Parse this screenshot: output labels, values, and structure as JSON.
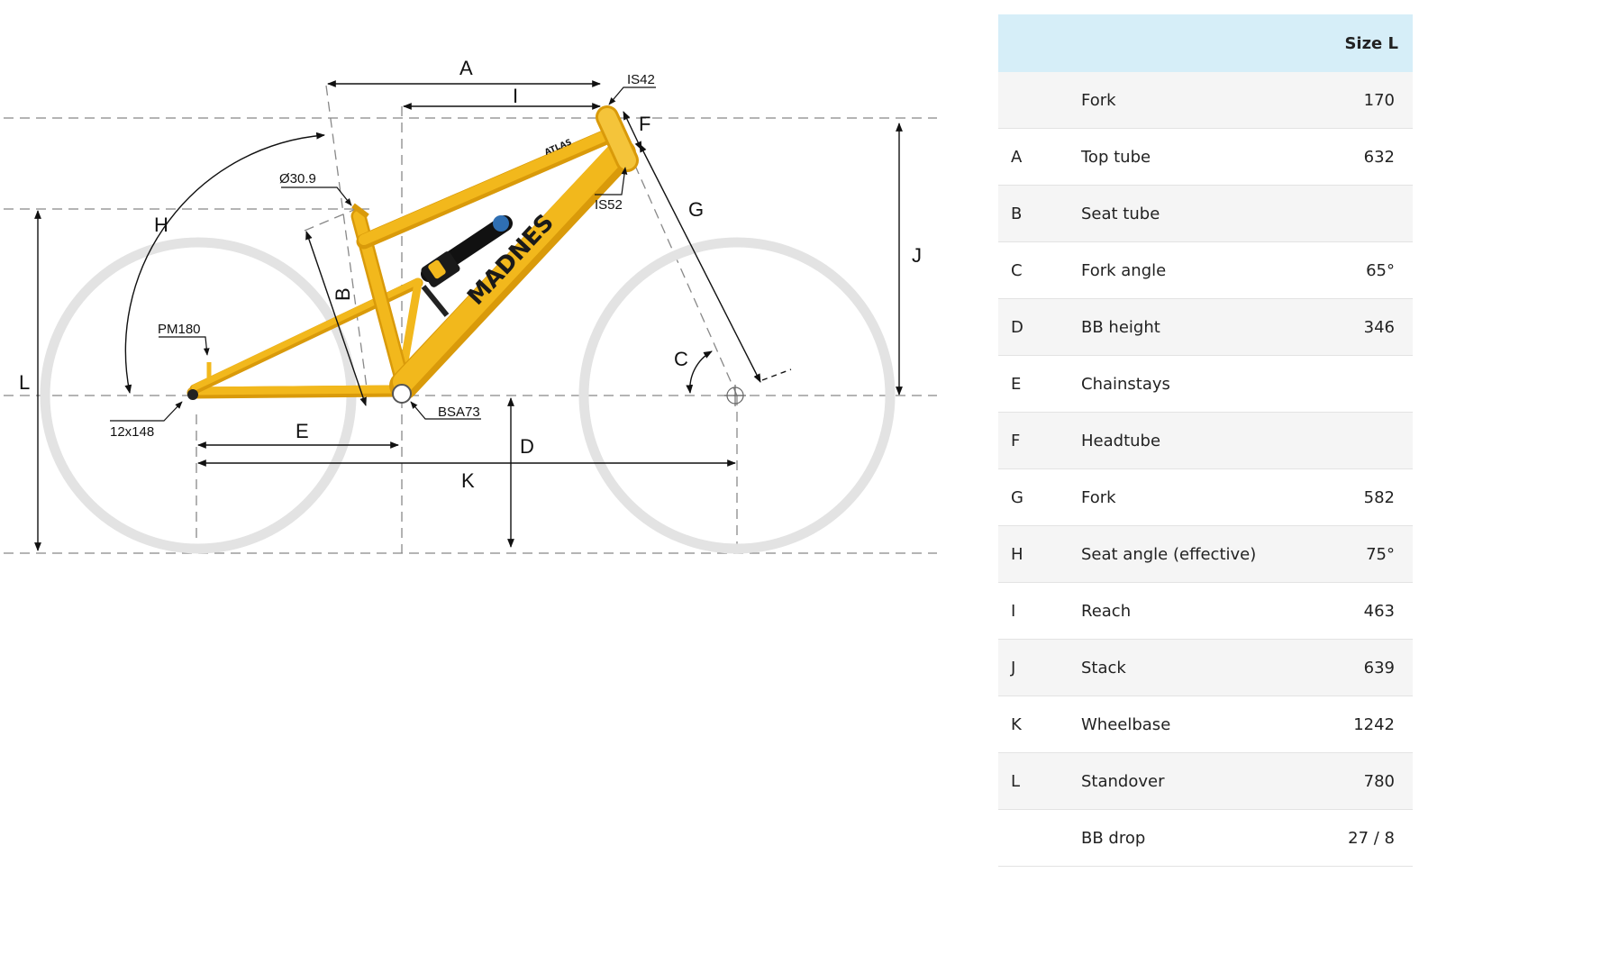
{
  "table": {
    "header": {
      "code": "",
      "name": "",
      "value": "Size L"
    },
    "rows": [
      {
        "code": "",
        "name": "Fork",
        "value": "170"
      },
      {
        "code": "A",
        "name": "Top tube",
        "value": "632"
      },
      {
        "code": "B",
        "name": "Seat tube",
        "value": ""
      },
      {
        "code": "C",
        "name": "Fork angle",
        "value": "65°"
      },
      {
        "code": "D",
        "name": "BB height",
        "value": "346"
      },
      {
        "code": "E",
        "name": "Chainstays",
        "value": ""
      },
      {
        "code": "F",
        "name": "Headtube",
        "value": ""
      },
      {
        "code": "G",
        "name": "Fork",
        "value": "582"
      },
      {
        "code": "H",
        "name": "Seat angle (effective)",
        "value": "75°"
      },
      {
        "code": "I",
        "name": "Reach",
        "value": "463"
      },
      {
        "code": "J",
        "name": "Stack",
        "value": "639"
      },
      {
        "code": "K",
        "name": "Wheelbase",
        "value": "1242"
      },
      {
        "code": "L",
        "name": "Standover",
        "value": "780"
      },
      {
        "code": "",
        "name": "BB drop",
        "value": "27 / 8"
      }
    ]
  },
  "diagram": {
    "letters": {
      "A": "A",
      "B": "B",
      "C": "C",
      "D": "D",
      "E": "E",
      "F": "F",
      "G": "G",
      "H": "H",
      "I": "I",
      "J": "J",
      "K": "K",
      "L": "L"
    },
    "callouts": {
      "headset_top": "IS42",
      "headset_bottom": "IS52",
      "seatpost": "Ø30.9",
      "brake_mount": "PM180",
      "rear_axle": "12x148",
      "bottom_bracket": "BSA73"
    },
    "frame_logo": "MADNES",
    "frame_model": "ATLAS",
    "colors": {
      "frame": "#f2b81c",
      "frame_shade": "#d99a0a",
      "wheel": "#e3e3e3",
      "dim_line": "#111111",
      "header_bg": "#d6eef8"
    }
  }
}
